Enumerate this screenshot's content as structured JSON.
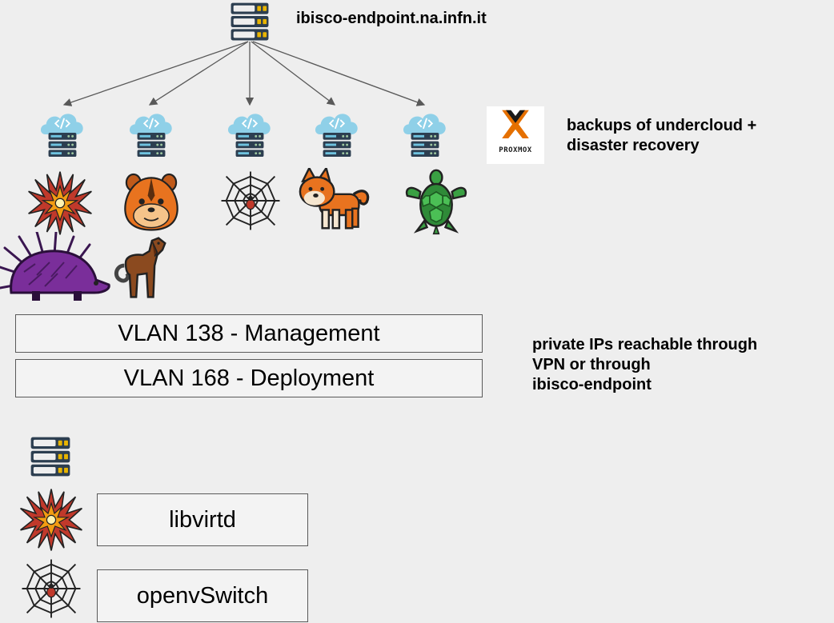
{
  "endpoint": {
    "hostname": "ibisco-endpoint.na.infn.it",
    "icon": "server-rack-icon"
  },
  "cloud_nodes": [
    {
      "icon": "cloud-server-icon"
    },
    {
      "icon": "cloud-server-icon"
    },
    {
      "icon": "cloud-server-icon"
    },
    {
      "icon": "cloud-server-icon"
    },
    {
      "icon": "cloud-server-icon"
    }
  ],
  "mascots": [
    {
      "icon": "starburst-icon"
    },
    {
      "icon": "chipmunk-icon"
    },
    {
      "icon": "spiderweb-icon"
    },
    {
      "icon": "shiba-dog-icon"
    },
    {
      "icon": "turtle-icon"
    },
    {
      "icon": "porcupine-icon"
    },
    {
      "icon": "horse-icon"
    }
  ],
  "proxmox": {
    "logo_text": "PROXMOX",
    "description": [
      "backups of undercloud +",
      "disaster recovery"
    ],
    "colors": {
      "orange": "#e57000",
      "dark": "#1a1a1a"
    }
  },
  "vlans": [
    {
      "label": "VLAN 138 - Management"
    },
    {
      "label": "VLAN 168 - Deployment"
    }
  ],
  "network_note": [
    "private IPs reachable through",
    "VPN or through",
    "ibisco-endpoint"
  ],
  "legend": [
    {
      "icon": "server-rack-icon"
    },
    {
      "icon": "starburst-icon",
      "label": "libvirtd"
    },
    {
      "icon": "spiderweb-icon",
      "label": "openvSwitch"
    }
  ],
  "colors": {
    "background": "#eeeeee",
    "cloud": "#8fd0e8",
    "server_dark": "#2c3e50",
    "arrow": "#595959"
  }
}
